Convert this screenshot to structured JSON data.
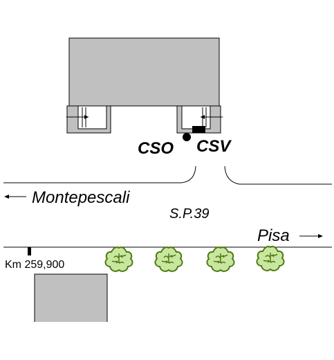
{
  "labels": {
    "cso": "CSO",
    "csv": "CSV",
    "west_direction": "Montepescali",
    "road_name": "S.P.39",
    "east_direction": "Pisa",
    "km_marker": "Km 259,900"
  },
  "arrows": {
    "west_arrow_icon": "arrow-left-icon",
    "east_arrow_icon": "arrow-right-icon"
  },
  "trees": {
    "count": 4,
    "icon": "tree-icon"
  },
  "colors": {
    "building": "#c0c0c0",
    "tree_outline": "#4a7a10",
    "tree_fill": "#c9e6a0",
    "line": "#000000",
    "background": "#ffffff"
  }
}
